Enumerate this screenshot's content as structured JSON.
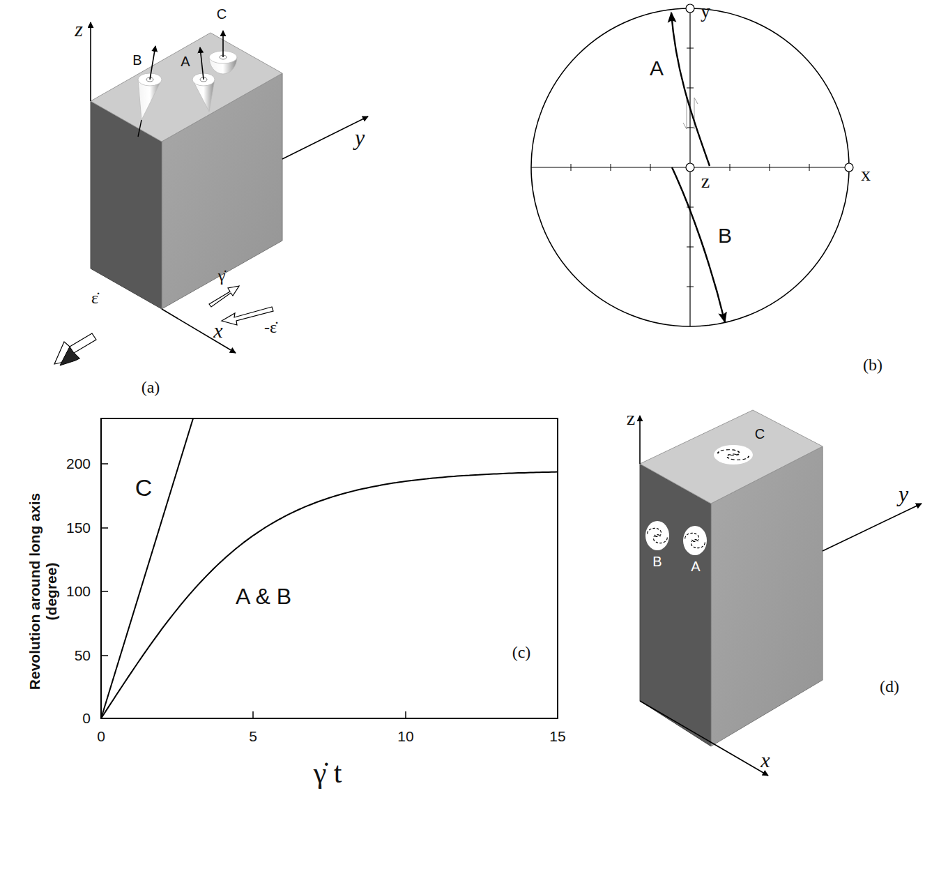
{
  "diagram": {
    "labels": [
      "z",
      "y",
      "x",
      "B",
      "A",
      "C",
      "γ̇",
      "ε̇",
      "-ε̇",
      "(a)",
      "y",
      "z",
      "x",
      "A",
      "B",
      "(b)",
      "200",
      "150",
      "100",
      "50",
      "0",
      "0",
      "5",
      "10",
      "15",
      "Revolution around long axis (degree)",
      "C",
      "A & B",
      "(c)",
      "γ̇ t",
      "z",
      "y",
      "x",
      "C",
      "B",
      "A",
      "(d)"
    ]
  }
}
